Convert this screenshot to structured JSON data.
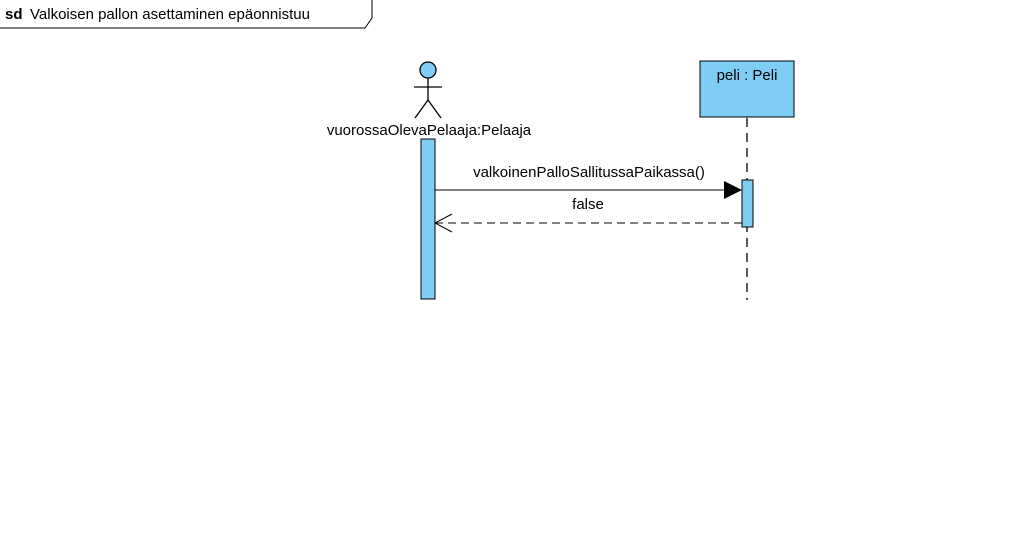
{
  "frame": {
    "keyword": "sd",
    "title": "Valkoisen pallon asettaminen epäonnistuu"
  },
  "lifelines": [
    {
      "id": "actor",
      "kind": "actor",
      "label": "vuorossaOlevaPelaaja:Pelaaja"
    },
    {
      "id": "peli",
      "kind": "object",
      "label": "peli : Peli"
    }
  ],
  "messages": [
    {
      "from": "actor",
      "to": "peli",
      "kind": "synchronous",
      "label": "valkoinenPalloSallitussaPaikassa()"
    },
    {
      "from": "peli",
      "to": "actor",
      "kind": "return",
      "label": "false"
    }
  ],
  "colors": {
    "fill": "#7ecdf4",
    "stroke": "#000000",
    "background": "#ffffff"
  }
}
